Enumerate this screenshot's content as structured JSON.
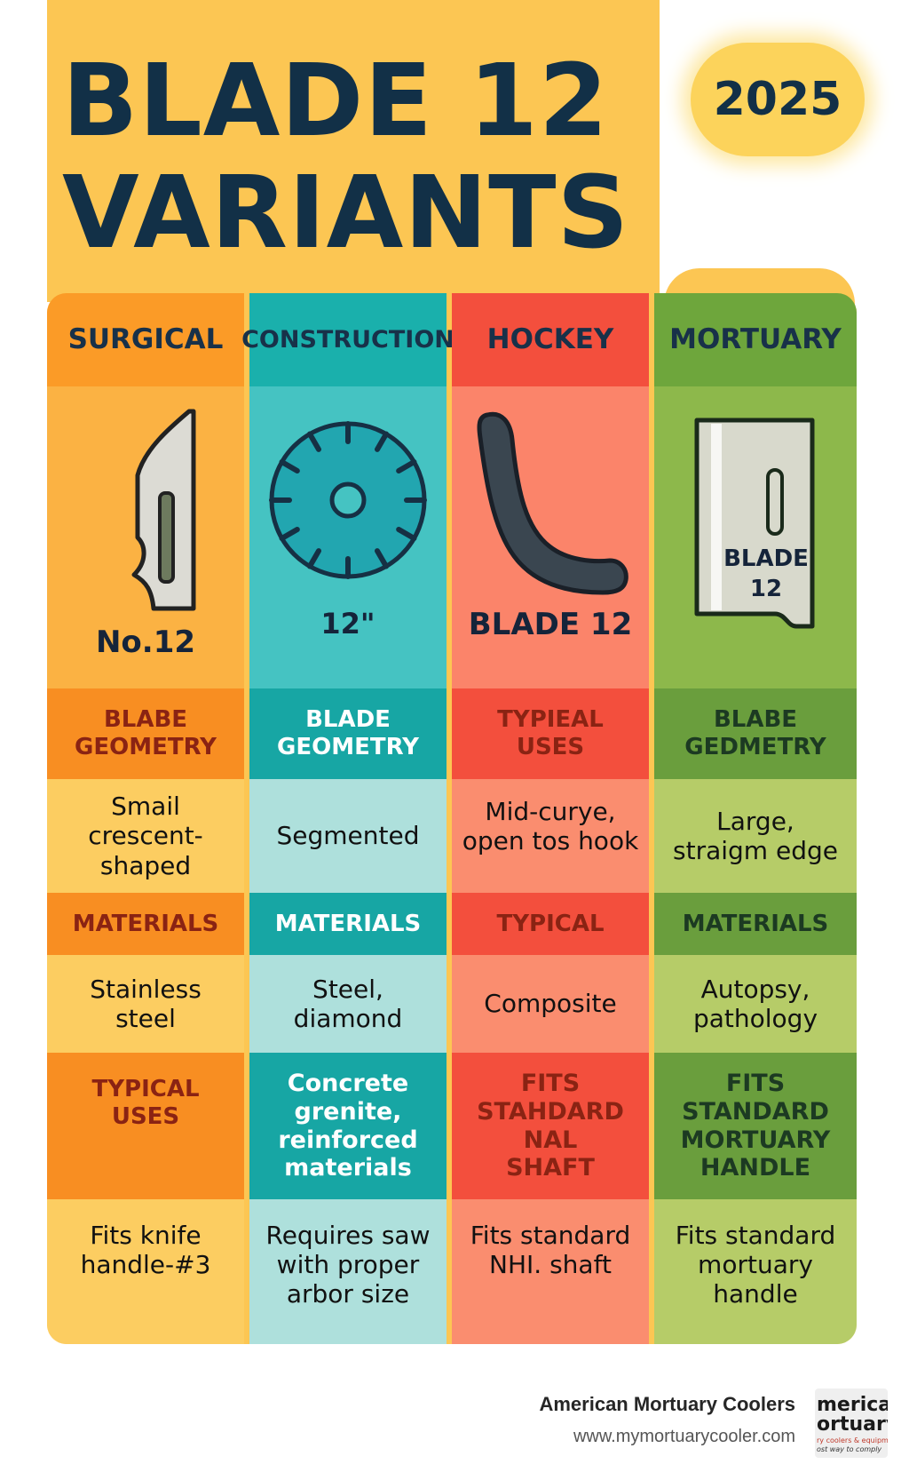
{
  "title": {
    "line1": "BLADE 12",
    "line2": "VARIANTS",
    "year": "2025"
  },
  "columns": [
    {
      "header": "SURGICAL",
      "icon": "scalpel-icon",
      "icon_caption": "No.12",
      "rows": [
        {
          "label": "BLABE\nGEOMETRY",
          "value": "Smail\ncrescent-\nshaped"
        },
        {
          "label": "MATERIALS",
          "value": "Stainless\nsteel"
        },
        {
          "label": "TYPICAL\nUSES",
          "value": "Fits knife\nhandle-#3"
        }
      ]
    },
    {
      "header": "CONSTRUCTION",
      "icon": "saw-blade-icon",
      "icon_caption": "12\"",
      "rows": [
        {
          "label": "BLADE\nGEOMETRY",
          "value": "Segmented"
        },
        {
          "label": "MATERIALS",
          "value": "Steel,\ndiamond"
        },
        {
          "label": "Concrete\ngrenite,\nreinforced\nmaterials",
          "value": "Requires saw\nwith proper\narbor size"
        }
      ]
    },
    {
      "header": "HOCKEY",
      "icon": "hockey-stick-icon",
      "icon_caption": "BLADE 12",
      "rows": [
        {
          "label": "TYPIEAL\nUSES",
          "value": "Mid-curye,\nopen tos hook"
        },
        {
          "label": "TYPICAL",
          "value": "Composite"
        },
        {
          "label": "FITS\nSTAHDARD\nNAL\nSHAFT",
          "value": "Fits standard\nNHI. shaft"
        }
      ]
    },
    {
      "header": "MORTUARY",
      "icon": "mortuary-blade-icon",
      "icon_caption": "BLADE\n12",
      "rows": [
        {
          "label": "BLABE\nGEDMETRY",
          "value": "Large,\nstraigm edge"
        },
        {
          "label": "MATERIALS",
          "value": "Autopsy,\npathology"
        },
        {
          "label": "FITS\nSTANDARD\nMORTUARY\nHANDLE",
          "value": "Fits standard\nmortuary\nhandle"
        }
      ]
    }
  ],
  "colors": {
    "surgical": {
      "header": "#fb9b27",
      "icon_bg": "#fbb243",
      "label": "#f88e22",
      "value": "#fccd61",
      "label_text": "#8a2313",
      "header_text": "#183149"
    },
    "construction": {
      "header": "#1ab0ac",
      "icon_bg": "#45c3c2",
      "label": "#17a6a4",
      "value": "#aee0dc",
      "label_text": "#ffffff",
      "header_text": "#183149"
    },
    "hockey": {
      "header": "#f34f3d",
      "icon_bg": "#fb846a",
      "label": "#f34f3d",
      "value": "#fa8d6f",
      "label_text": "#8a2313",
      "header_text": "#183149"
    },
    "mortuary": {
      "header": "#6ea63c",
      "icon_bg": "#8db84b",
      "label": "#6a9e3d",
      "value": "#b6cc68",
      "label_text": "#1c3a22",
      "header_text": "#183149"
    }
  },
  "footer": {
    "company": "American Mortuary Coolers",
    "url": "www.mymortuarycooler.com",
    "logo_text": [
      "merican",
      "ortuary",
      "ry coolers & equipment",
      "ost way to comply"
    ]
  }
}
